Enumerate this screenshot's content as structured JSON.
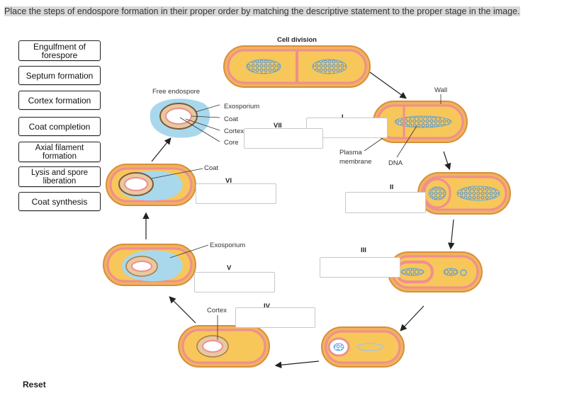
{
  "instruction": "Place the steps of endospore formation in their proper order by matching the descriptive statement to the proper stage in the image.",
  "chips": [
    {
      "label": "Engulfment of forespore"
    },
    {
      "label": "Septum formation"
    },
    {
      "label": "Cortex formation"
    },
    {
      "label": "Coat completion"
    },
    {
      "label": "Axial filament formation"
    },
    {
      "label": "Lysis and spore liberation"
    },
    {
      "label": "Coat synthesis"
    }
  ],
  "reset_label": "Reset",
  "diagram": {
    "cell_division": "Cell division",
    "free_endospore": "Free endospore",
    "wall": "Wall",
    "plasma_membrane": "Plasma membrane",
    "plasma_line1": "Plasma",
    "plasma_line2": "membrane",
    "dna": "DNA",
    "spore_labels": {
      "exosporium": "Exosporium",
      "coat": "Coat",
      "cortex": "Cortex",
      "core": "Core"
    },
    "coat_label": "Coat",
    "exosporium_label": "Exosporium",
    "cortex_label": "Cortex",
    "stages": {
      "i": "I",
      "ii": "II",
      "iii": "III",
      "iv": "IV",
      "v": "V",
      "vi": "VI",
      "vii": "VII"
    }
  },
  "colors": {
    "cell_fill": "#f7c75a",
    "cell_outline": "#e9a74a",
    "membrane": "#ef8f8f",
    "dna": "#5aa9e6",
    "spore_cortex": "#a9d8ec",
    "highlight": "#d9d9d9"
  }
}
